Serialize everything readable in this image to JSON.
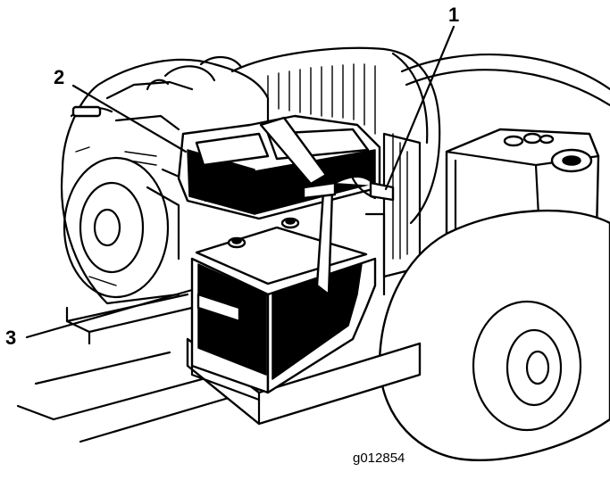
{
  "figure": {
    "id_label": "g012854",
    "callouts": [
      {
        "number": "1"
      },
      {
        "number": "2"
      },
      {
        "number": "3"
      }
    ],
    "colors": {
      "line": "#000000",
      "background": "#ffffff"
    }
  }
}
